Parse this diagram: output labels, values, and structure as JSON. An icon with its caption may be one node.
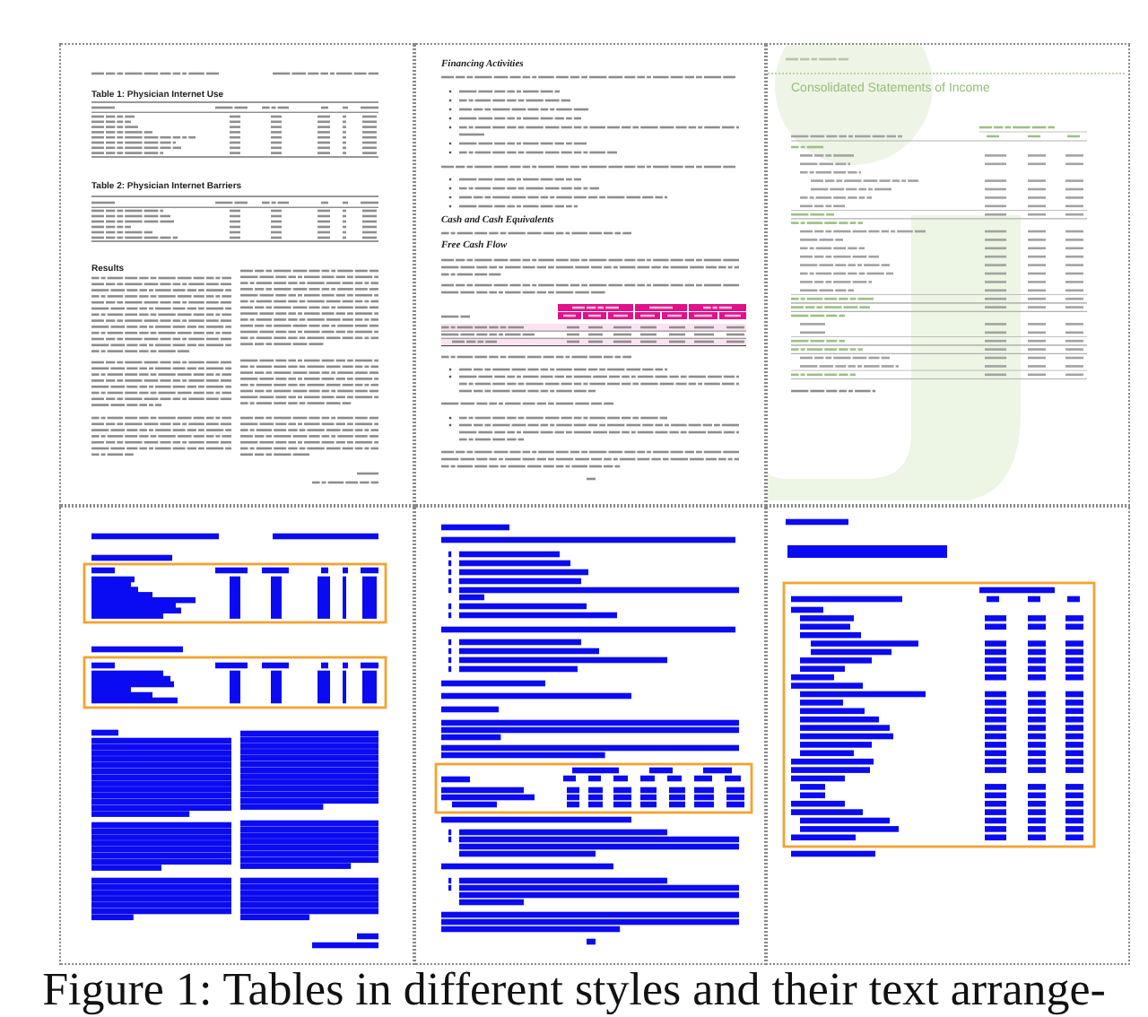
{
  "diagram": {
    "caption": "Figure 1: Tables in different styles and their text arrange-",
    "labels": [
      "Table 1: Physician Internet Use",
      "Table 2: Physician Internet Barriers",
      "Results",
      "Financing Activities",
      "Cash and Cash Equivalents",
      "Free Cash Flow",
      "Consolidated Statements of Income"
    ]
  }
}
